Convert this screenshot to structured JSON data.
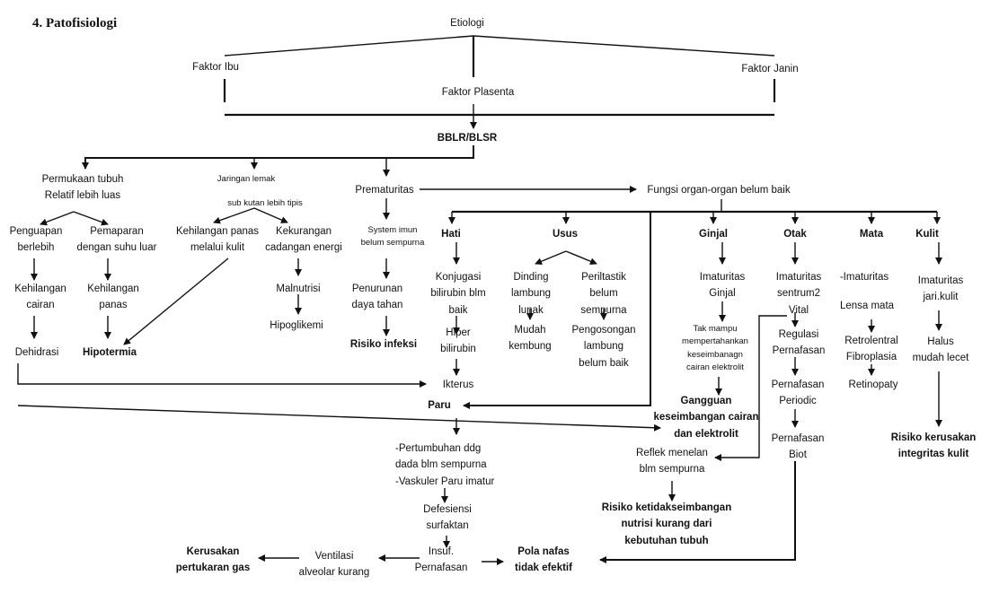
{
  "heading": "4.   Patofisiologi",
  "nodes": {
    "etiologi": "Etiologi",
    "faktor_ibu": "Faktor Ibu",
    "faktor_plasenta": "Faktor  Plasenta",
    "faktor_janin": "Faktor Janin",
    "bblr": "BBLR/BLSR",
    "permukaan": [
      "Permukaan tubuh",
      "Relatif lebih luas"
    ],
    "jaringan_lemak": "Jaringan lemak",
    "sub_kutan": "sub kutan lebih tipis",
    "prematuritas": "Prematuritas",
    "fungsi_organ": "Fungsi organ-organ belum baik",
    "penguapan": [
      "Penguapan",
      "berlebih"
    ],
    "pemaparan": [
      "Pemaparan",
      "dengan suhu luar"
    ],
    "kehilangan_panas_kulit": [
      "Kehilangan panas",
      "melalui kulit"
    ],
    "kekurangan_cadangan": [
      "Kekurangan",
      "cadangan energi"
    ],
    "system_imun": [
      "System imun",
      "belum sempurna"
    ],
    "kehilangan_cairan": [
      "Kehilangan",
      "cairan"
    ],
    "kehilangan_panas": [
      "Kehilangan",
      "panas"
    ],
    "malnutrisi": "Malnutrisi",
    "hipoglikemi": "Hipoglikemi",
    "penurunan_daya": [
      "Penurunan",
      "daya tahan"
    ],
    "risiko_infeksi": "Risiko infeksi",
    "dehidrasi": "Dehidrasi",
    "hipotermia": "Hipotermia",
    "hati": "Hati",
    "usus": "Usus",
    "ginjal": "Ginjal",
    "otak": "Otak",
    "mata": "Mata",
    "kulit": "Kulit",
    "konjugasi": [
      "Konjugasi",
      "bilirubin blm",
      "baik"
    ],
    "hiper_bilirubin": [
      "Hiper",
      "bilirubin"
    ],
    "ikterus": "Ikterus",
    "dinding_lambung": [
      "Dinding",
      "lambung",
      "lunak"
    ],
    "mudah_kembung": [
      "Mudah",
      "kembung"
    ],
    "periltastik": [
      "Periltastik",
      "belum",
      "sempurna"
    ],
    "pengosongan": [
      "Pengosongan",
      "lambung",
      "belum baik"
    ],
    "imaturitas_ginjal": [
      "Imaturitas",
      "Ginjal"
    ],
    "tak_mampu": [
      "Tak mampu",
      "mempertahankan",
      "keseimbanagn",
      "cairan  elektrolit"
    ],
    "gangguan": [
      "Gangguan",
      "keseimbangan cairan",
      "dan elektrolit"
    ],
    "imaturitas_sentrum": [
      "Imaturitas",
      "sentrum2",
      "Vital"
    ],
    "regulasi": [
      "Regulasi",
      "Pernafasan"
    ],
    "pernafasan_periodic": [
      "Pernafasan",
      "Periodic"
    ],
    "pernafasan_biot": [
      "Pernafasan",
      "Biot"
    ],
    "imaturitas_mata": "-Imaturitas",
    "lensa_mata": "Lensa mata",
    "retrolentral": [
      "Retrolentral",
      "Fibroplasia"
    ],
    "retinopaty": "Retinopaty",
    "imaturitas_kulit": [
      "Imaturitas",
      "jari.kulit"
    ],
    "halus": [
      "Halus",
      "mudah lecet"
    ],
    "risiko_kerusakan": [
      "Risiko kerusakan",
      "integritas kulit"
    ],
    "paru": "Paru",
    "pertumbuhan": [
      "-Pertumbuhan ddg",
      "dada blm sempurna",
      "-Vaskuler Paru imatur"
    ],
    "defesiensi": [
      "Defesiensi",
      "surfaktan"
    ],
    "insuf": [
      "Insuf.",
      "Pernafasan"
    ],
    "ventilasi": [
      "Ventilasi",
      "alveolar kurang"
    ],
    "kerusakan_pertukaran": [
      "Kerusakan",
      "pertukaran gas"
    ],
    "pola_nafas": [
      "Pola nafas",
      "tidak efektif"
    ],
    "reflek": [
      "Reflek menelan",
      "blm sempurna"
    ],
    "risiko_ketidak": [
      "Risiko ketidakseimbangan",
      "nutrisi kurang dari",
      "kebutuhan tubuh"
    ]
  }
}
